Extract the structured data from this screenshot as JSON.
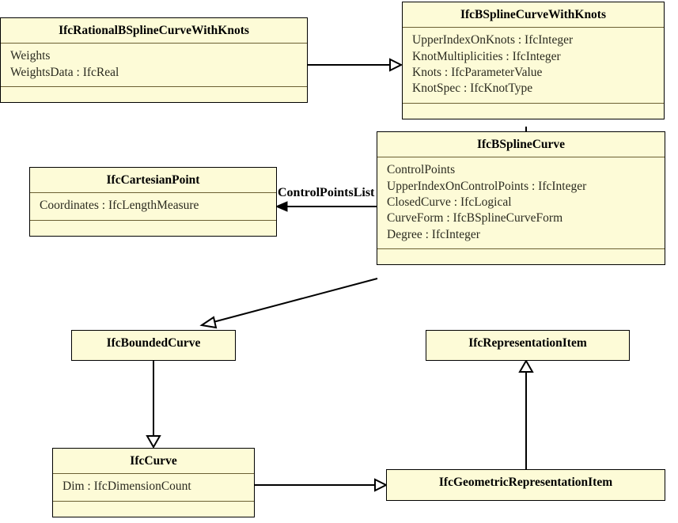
{
  "diagram": {
    "type": "uml-class-diagram",
    "title": "IfcBSplineCurve inheritance and association diagram",
    "background_color": "#ffffff",
    "class_fill_color": "#fdfbd7",
    "class_border_color": "#000000",
    "compartment_rule_color": "#6b6033"
  },
  "classes": {
    "rational_bspline_curve_with_knots": {
      "name": "IfcRationalBSplineCurveWithKnots",
      "attributes": [
        "Weights",
        "WeightsData : IfcReal"
      ],
      "operations": []
    },
    "bspline_curve_with_knots": {
      "name": "IfcBSplineCurveWithKnots",
      "attributes": [
        "UpperIndexOnKnots : IfcInteger",
        "KnotMultiplicities : IfcInteger",
        "Knots : IfcParameterValue",
        "KnotSpec : IfcKnotType"
      ],
      "operations": []
    },
    "bspline_curve": {
      "name": "IfcBSplineCurve",
      "attributes": [
        "ControlPoints",
        "UpperIndexOnControlPoints : IfcInteger",
        "ClosedCurve : IfcLogical",
        "CurveForm : IfcBSplineCurveForm",
        "Degree : IfcInteger"
      ],
      "operations": []
    },
    "cartesian_point": {
      "name": "IfcCartesianPoint",
      "attributes": [
        "Coordinates : IfcLengthMeasure"
      ],
      "operations": []
    },
    "bounded_curve": {
      "name": "IfcBoundedCurve",
      "attributes": [],
      "operations": []
    },
    "representation_item": {
      "name": "IfcRepresentationItem",
      "attributes": [],
      "operations": []
    },
    "curve": {
      "name": "IfcCurve",
      "attributes": [
        "Dim : IfcDimensionCount"
      ],
      "operations": []
    },
    "geometric_representation_item": {
      "name": "IfcGeometricRepresentationItem",
      "attributes": [],
      "operations": []
    }
  },
  "relationships": [
    {
      "id": "rational-to-withknots",
      "kind": "generalization",
      "from": "IfcRationalBSplineCurveWithKnots",
      "to": "IfcBSplineCurveWithKnots",
      "label": ""
    },
    {
      "id": "withknots-to-bspline",
      "kind": "generalization",
      "from": "IfcBSplineCurveWithKnots",
      "to": "IfcBSplineCurve",
      "label": ""
    },
    {
      "id": "bspline-to-cartesian",
      "kind": "association",
      "from": "IfcBSplineCurve",
      "to": "IfcCartesianPoint",
      "label": "ControlPointsList"
    },
    {
      "id": "bspline-to-bounded",
      "kind": "generalization",
      "from": "IfcBSplineCurve",
      "to": "IfcBoundedCurve",
      "label": ""
    },
    {
      "id": "bounded-to-curve",
      "kind": "generalization",
      "from": "IfcBoundedCurve",
      "to": "IfcCurve",
      "label": ""
    },
    {
      "id": "curve-to-georep",
      "kind": "generalization",
      "from": "IfcCurve",
      "to": "IfcGeometricRepresentationItem",
      "label": ""
    },
    {
      "id": "georep-to-repitem",
      "kind": "generalization",
      "from": "IfcGeometricRepresentationItem",
      "to": "IfcRepresentationItem",
      "label": ""
    }
  ]
}
